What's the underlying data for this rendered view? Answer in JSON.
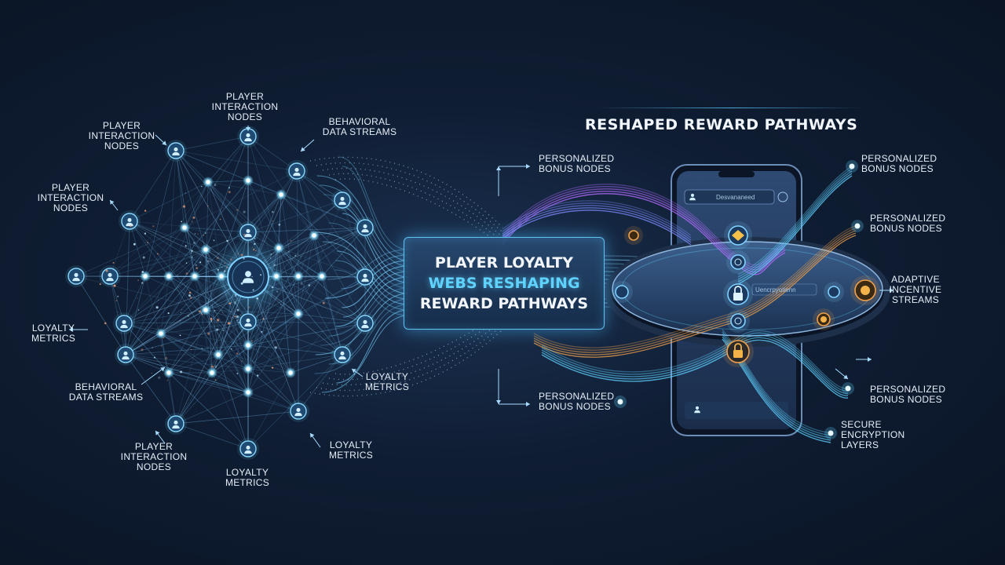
{
  "title": {
    "line1": "PLAYER LOYALTY",
    "line2": "WEBS RESHAPING",
    "line3": "REWARD PATHWAYS"
  },
  "right_heading": "RESHAPED REWARD PATHWAYS",
  "left_labels": {
    "pin_top_left": [
      "PLAYER",
      "INTERACTION",
      "NODES"
    ],
    "pin_top": [
      "PLAYER",
      "INTERACTION",
      "NODES"
    ],
    "behavioral_top": [
      "BEHAVIORAL",
      "DATA STREAMS"
    ],
    "pin_mid_left": [
      "PLAYER",
      "INTERACTION",
      "NODES"
    ],
    "loyalty_left": [
      "LOYALTY",
      "METRICS"
    ],
    "behavioral_bottom": [
      "BEHAVIORAL",
      "DATA STREAMS"
    ],
    "loyalty_mid_right": [
      "LOYALTY",
      "METRICS"
    ],
    "pin_bottom": [
      "PLAYER",
      "INTERACTION",
      "NODES"
    ],
    "loyalty_bottom_right": [
      "LOYALTY",
      "METRICS"
    ],
    "loyalty_bottom": [
      "LOYALTY",
      "METRICS"
    ]
  },
  "right_labels": {
    "bonus_top_center": [
      "PERSONALIZED",
      "BONUS NODES"
    ],
    "bonus_bottom_center": [
      "PERSONALIZED",
      "BONUS NODES"
    ],
    "bonus_right_1": [
      "PERSONALIZED",
      "BONUS NODES"
    ],
    "bonus_right_2": [
      "PERSONALIZED",
      "BONUS NODES"
    ],
    "adaptive": [
      "ADAPTIVE",
      "INCENTIVE",
      "STREAMS"
    ],
    "bonus_right_3": [
      "PERSONALIZED",
      "BONUS NODES"
    ],
    "secure": [
      "SECURE",
      "ENCRYPTION",
      "LAYERS"
    ]
  },
  "phone": {
    "search_text": "Desvananeed",
    "row_text": "Uencrpyotienn"
  },
  "colors": {
    "background": "#0f1d33",
    "accent_cyan": "#5fd2ff",
    "accent_purple": "#b36cff",
    "accent_orange": "#f0a04a",
    "node_fill": "#1f4a72"
  },
  "icons": [
    "user-icon",
    "lock-icon",
    "gift-icon",
    "coin-icon",
    "fingerprint-icon"
  ]
}
